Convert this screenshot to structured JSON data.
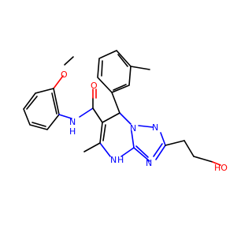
{
  "colors": {
    "carbon": "#000000",
    "nitrogen": "#0000ff",
    "oxygen": "#ff0000",
    "background": "#ffffff"
  },
  "labels": {
    "methoxy_o": "O",
    "amide_o": "O",
    "amide_nh": "N",
    "amide_h": "H",
    "n1": "N",
    "n2": "N",
    "n3": "N",
    "n4": "N",
    "n4_h": "H",
    "ho": "HO"
  }
}
